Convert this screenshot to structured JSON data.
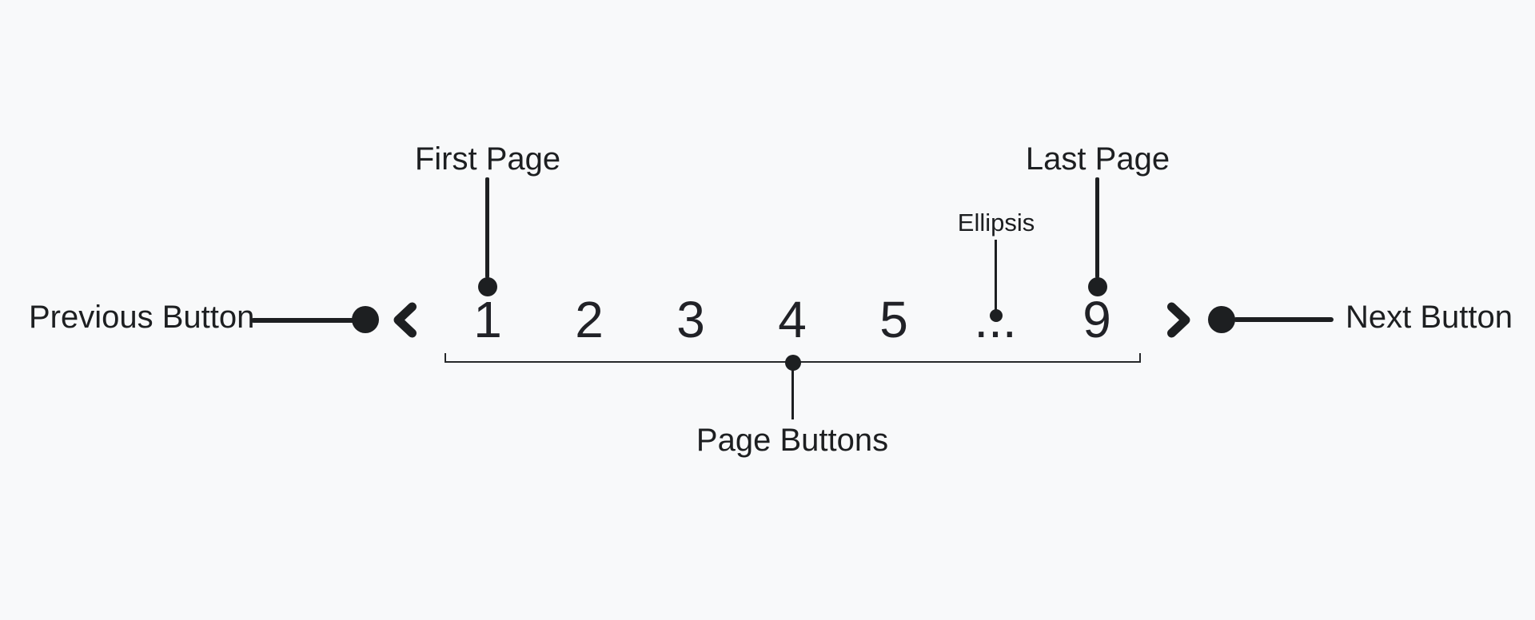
{
  "colors": {
    "background": "#f8f9fa",
    "ink": "#1d1f21"
  },
  "pagination": {
    "previous_label": "Previous Button",
    "next_label": "Next Button",
    "prev_icon": "chevron-left",
    "next_icon": "chevron-right",
    "pages": [
      "1",
      "2",
      "3",
      "4",
      "5",
      "...",
      "9"
    ]
  },
  "annotations": {
    "first_page": "First Page",
    "last_page": "Last Page",
    "ellipsis": "Ellipsis",
    "page_buttons": "Page Buttons"
  }
}
